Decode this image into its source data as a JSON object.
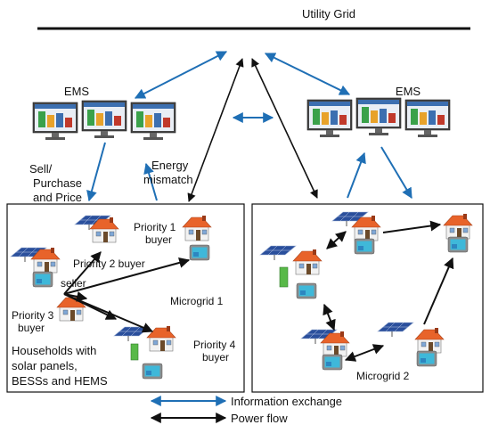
{
  "grid": {
    "label": "Utility Grid"
  },
  "ems_left": {
    "label": "EMS"
  },
  "ems_right": {
    "label": "EMS"
  },
  "flows": {
    "sell_line1": "Sell/",
    "sell_line2": "Purchase",
    "sell_line3": "and Price",
    "energy_line1": "Energy",
    "energy_line2": "mismatch"
  },
  "microgrid1": {
    "label": "Microgrid 1",
    "seller": "seller",
    "priority1_line1": "Priority 1",
    "priority1_line2": "buyer",
    "priority2": "Priority 2 buyer",
    "priority3_line1": "Priority 3",
    "priority3_line2": "buyer",
    "priority4_line1": "Priority 4",
    "priority4_line2": "buyer",
    "households_line1": "Households with",
    "households_line2": "solar panels,",
    "households_line3": "BESSs and HEMS"
  },
  "microgrid2": {
    "label": "Microgrid 2"
  },
  "legend": {
    "info": "Information exchange",
    "power": "Power flow"
  },
  "colors": {
    "info_arrow": "#1f6fb5",
    "power_arrow": "#111111",
    "roof": "#e8632a",
    "panel": "#2a4f9c"
  }
}
